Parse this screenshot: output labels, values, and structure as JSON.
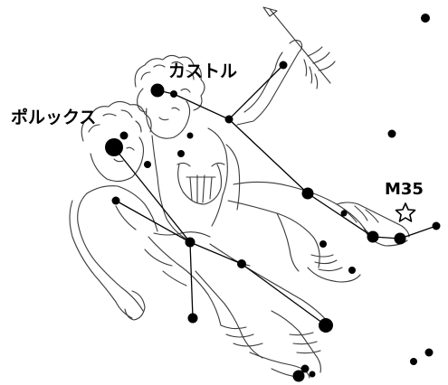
{
  "labels": {
    "castor": "カストル",
    "pollux": "ポルックス",
    "m35": "M35"
  },
  "colors": {
    "background": "#ffffff",
    "star": "#000000",
    "figure_line": "#3a3a3a"
  },
  "icons": {
    "m35_marker": "open-star-icon"
  }
}
